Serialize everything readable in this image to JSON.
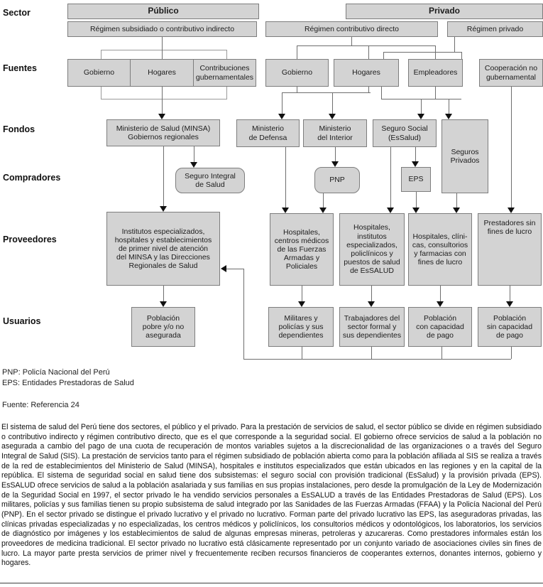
{
  "palette": {
    "box_fill": "#d3d3d3",
    "box_border": "#7d7d7d",
    "connector": "#6e6e6e",
    "arrow": "#111111"
  },
  "row_labels": {
    "sector": "Sector",
    "fuentes": "Fuentes",
    "fondos": "Fondos",
    "compradores": "Compradores",
    "proveedores": "Proveedores",
    "usuarios": "Usuarios"
  },
  "sector": {
    "publico": "Público",
    "privado": "Privado",
    "regimen_subsidiado": "Régimen subsidiado o contributivo indirecto",
    "regimen_contributivo": "Régimen contributivo directo",
    "regimen_privado": "Régimen privado"
  },
  "fuentes": {
    "gobierno_pub": "Gobierno",
    "hogares_pub": "Hogares",
    "contribuciones": "Contribuciones\ngubernamentales",
    "gobierno_priv": "Gobierno",
    "hogares_priv": "Hogares",
    "empleadores": "Empleadores",
    "cooperacion": "Cooperación no\ngubernamental"
  },
  "fondos": {
    "minsa": "Ministerio de Salud (MINSA)\nGobiernos regionales",
    "defensa": "Ministerio\nde Defensa",
    "interior": "Ministerio\ndel Interior",
    "essalud": "Seguro Social\n(EsSalud)",
    "seguros_privados": "Seguros\nPrivados"
  },
  "compradores": {
    "sis": "Seguro Integral\nde Salud",
    "pnp": "PNP",
    "eps": "EPS"
  },
  "proveedores": {
    "institutos_minsa": "Institutos especializados,\nhospitales y establecimientos\nde primer nivel de atención\ndel MINSA y las Direcciones\nRegionales de Salud",
    "ffaa": "Hospitales,\ncentros médicos\nde las Fuerzas\nArmadas y\nPoliciales",
    "essalud": "Hospitales,\ninstitutos\nespecializados,\npoliclínicos y\npuestos de salud\nde EsSALUD",
    "lucrativos": "Hospitales, clíni-\ncas, consultorios\ny farmacias con\nfines de lucro",
    "sin_lucro": "Prestadores sin\nfines de lucro"
  },
  "usuarios": {
    "pobre": "Población\npobre y/o no\nasegurada",
    "militares": "Militares y\npolicías y sus\ndependientes",
    "trabajadores": "Trabajadores del\nsector formal y\nsus dependientes",
    "con_pago": "Población\ncon capacidad\nde pago",
    "sin_pago": "Población\nsin capacidad\nde pago"
  },
  "notes": {
    "pnp": "PNP: Policía Nacional del Perú",
    "eps": "EPS: Entidades Prestadoras de Salud",
    "fuente": "Fuente: Referencia 24"
  },
  "body": {
    "paragraph": "El sistema de salud del Perú tiene dos sectores, el público y el privado. Para la prestación de servicios de salud, el sector público se divide en régimen subsidiado o contributivo indirecto y régimen contributivo directo, que es el que corresponde a la seguridad social. El gobierno ofrece servicios de salud a la población no asegurada a cambio del pago de una cuota de recuperación de montos variables sujetos a la discrecionalidad de las organizaciones o a través del Seguro Integral de Salud (SIS). La prestación de servicios tanto para el régimen subsidiado de población abierta como para la población afiliada al SIS se realiza a través de la red de establecimientos del Ministerio de Salud (MINSA), hospitales e institutos especializados que están ubicados en las regiones y en la capital de la república. El sistema de seguridad social en salud tiene dos subsistemas: el seguro social con provisión tradicional (EsSalud) y la provisión privada (EPS). EsSALUD ofrece servicios de salud a la población asalariada y sus familias en sus propias instalaciones, pero desde la promulgación de la Ley de Modernización de la Seguridad Social en 1997, el sector privado le ha vendido servicios personales a EsSALUD a través de las Entidades Prestadoras de Salud (EPS). Los militares, policías y sus familias tienen su propio subsistema de salud integrado por las Sanidades de las Fuerzas Armadas (FFAA) y la Policía Nacional del Perú (PNP). En el sector privado se distingue el privado lucrativo y el privado no lucrativo. Forman parte del privado lucrativo las EPS, las aseguradoras privadas, las clínicas privadas especializadas y no especializadas, los centros médicos y policlínicos, los consultorios médicos y odontológicos, los laboratorios, los servicios de diagnóstico por imágenes y los establecimientos de salud de algunas empresas mineras, petroleras y azucareras. Como prestadores informales están los proveedores de medicina tradicional. El sector privado no lucrativo está clásicamente representado por un conjunto variado de asociaciones civiles sin fines de lucro. La mayor parte presta servicios de primer nivel y frecuentemente reciben recursos financieros de cooperantes externos, donantes internos, gobierno y hogares."
  }
}
